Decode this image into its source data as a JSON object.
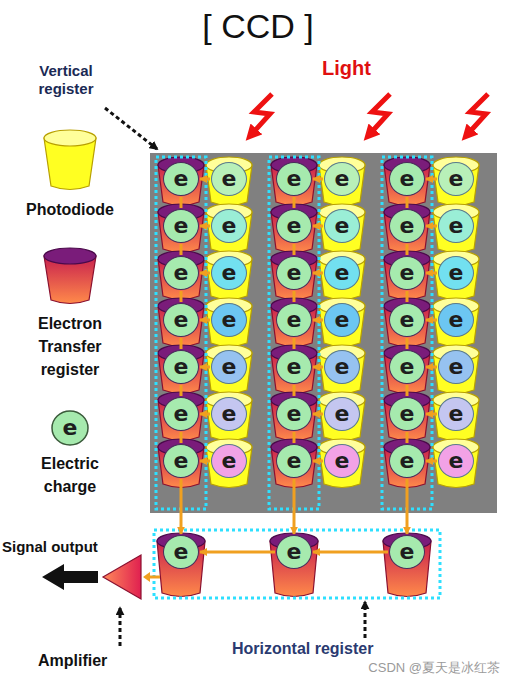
{
  "diagram": {
    "title": "[ CCD ]",
    "nodes": [
      {
        "text": [
          "e"
        ]
      },
      {
        "text": [
          "e"
        ]
      },
      {
        "text": [
          "e"
        ]
      },
      {
        "text": [
          "e"
        ]
      },
      {
        "text": [
          "e"
        ]
      },
      {
        "text": [
          "e"
        ]
      },
      {
        "text": [
          "e"
        ]
      },
      {
        "text": [
          "e"
        ]
      },
      {
        "text": [
          "e"
        ]
      },
      {
        "text": [
          "e"
        ]
      },
      {
        "text": [
          "e"
        ]
      },
      {
        "text": [
          "e"
        ]
      },
      {
        "text": [
          "e"
        ]
      },
      {
        "text": [
          "e"
        ]
      },
      {
        "text": [
          "e"
        ]
      },
      {
        "text": [
          "e"
        ]
      },
      {
        "text": [
          "e"
        ]
      },
      {
        "text": [
          "e"
        ]
      },
      {
        "text": [
          "e"
        ]
      },
      {
        "text": [
          "e"
        ]
      },
      {
        "text": [
          "e"
        ]
      },
      {
        "text": [
          "e"
        ]
      },
      {
        "text": [
          "e"
        ]
      },
      {
        "text": [
          "e"
        ]
      },
      {
        "text": [
          "e"
        ]
      },
      {
        "text": [
          "e"
        ]
      },
      {
        "text": [
          "e"
        ]
      },
      {
        "text": [
          "e"
        ]
      },
      {
        "text": [
          "e"
        ]
      },
      {
        "text": [
          "e"
        ]
      },
      {
        "text": [
          "e"
        ]
      },
      {
        "text": [
          "e"
        ]
      },
      {
        "text": [
          "e"
        ]
      },
      {
        "text": [
          "e"
        ]
      },
      {
        "text": [
          "e"
        ]
      },
      {
        "text": [
          "e"
        ]
      },
      {
        "text": [
          "e"
        ]
      },
      {
        "text": [
          "e"
        ]
      },
      {
        "text": [
          "e"
        ]
      },
      {
        "text": [
          "e"
        ]
      },
      {
        "text": [
          "e"
        ]
      },
      {
        "text": [
          "e"
        ]
      },
      {
        "text": [
          "e"
        ]
      },
      {
        "text": [
          "e"
        ]
      },
      {
        "text": [
          "e"
        ]
      }
    ],
    "edges": [
      {
        "from": 1,
        "to": 0,
        "arrow": "to"
      },
      {
        "from": 3,
        "to": 2,
        "arrow": "to"
      },
      {
        "from": 5,
        "to": 4,
        "arrow": "to"
      },
      {
        "from": 7,
        "to": 6,
        "arrow": "to"
      },
      {
        "from": 9,
        "to": 8,
        "arrow": "to"
      },
      {
        "from": 11,
        "to": 10,
        "arrow": "to"
      },
      {
        "from": 13,
        "to": 12,
        "arrow": "to"
      },
      {
        "from": 15,
        "to": 14,
        "arrow": "to"
      },
      {
        "from": 17,
        "to": 16,
        "arrow": "to"
      },
      {
        "from": 19,
        "to": 18,
        "arrow": "to"
      },
      {
        "from": 21,
        "to": 20,
        "arrow": "to"
      },
      {
        "from": 23,
        "to": 22,
        "arrow": "to"
      },
      {
        "from": 25,
        "to": 24,
        "arrow": "to"
      },
      {
        "from": 27,
        "to": 26,
        "arrow": "to"
      },
      {
        "from": 29,
        "to": 28,
        "arrow": "to"
      },
      {
        "from": 31,
        "to": 30,
        "arrow": "to"
      },
      {
        "from": 33,
        "to": 32,
        "arrow": "to"
      },
      {
        "from": 35,
        "to": 34,
        "arrow": "to"
      },
      {
        "from": 37,
        "to": 36,
        "arrow": "to"
      },
      {
        "from": 39,
        "to": 38,
        "arrow": "to"
      },
      {
        "from": 41,
        "to": 40,
        "arrow": "to"
      },
      {
        "from": 0,
        "to": 6,
        "arrow": "none"
      },
      {
        "from": 6,
        "to": 12,
        "arrow": "none"
      },
      {
        "from": 12,
        "to": 18,
        "arrow": "none"
      },
      {
        "from": 18,
        "to": 24,
        "arrow": "none"
      },
      {
        "from": 24,
        "to": 30,
        "arrow": "none"
      },
      {
        "from": 30,
        "to": 36,
        "arrow": "none"
      },
      {
        "from": 2,
        "to": 8,
        "arrow": "none"
      },
      {
        "from": 8,
        "to": 14,
        "arrow": "none"
      },
      {
        "from": 14,
        "to": 20,
        "arrow": "none"
      },
      {
        "from": 20,
        "to": 26,
        "arrow": "none"
      },
      {
        "from": 26,
        "to": 32,
        "arrow": "none"
      },
      {
        "from": 32,
        "to": 38,
        "arrow": "none"
      },
      {
        "from": 4,
        "to": 10,
        "arrow": "none"
      },
      {
        "from": 10,
        "to": 16,
        "arrow": "none"
      },
      {
        "from": 16,
        "to": 22,
        "arrow": "none"
      },
      {
        "from": 22,
        "to": 28,
        "arrow": "none"
      },
      {
        "from": 28,
        "to": 34,
        "arrow": "none"
      },
      {
        "from": 34,
        "to": 40,
        "arrow": "none"
      },
      {
        "from": 36,
        "to": 42,
        "arrow": "to"
      },
      {
        "from": 38,
        "to": 43,
        "arrow": "to"
      },
      {
        "from": 40,
        "to": 44,
        "arrow": "to"
      },
      {
        "from": 44,
        "to": 43,
        "arrow": "to"
      },
      {
        "from": 43,
        "to": 42,
        "arrow": "to"
      }
    ],
    "labels": [
      "Light",
      "Vertical register",
      "e",
      "Signal output",
      "Amplifier",
      "Horizontal register",
      "CSDN @夏天是冰红茶"
    ],
    "legend": [
      {
        "text": "Photodiode"
      },
      {
        "text": "Electron Transfer register"
      },
      {
        "text": "Electric charge"
      }
    ]
  }
}
